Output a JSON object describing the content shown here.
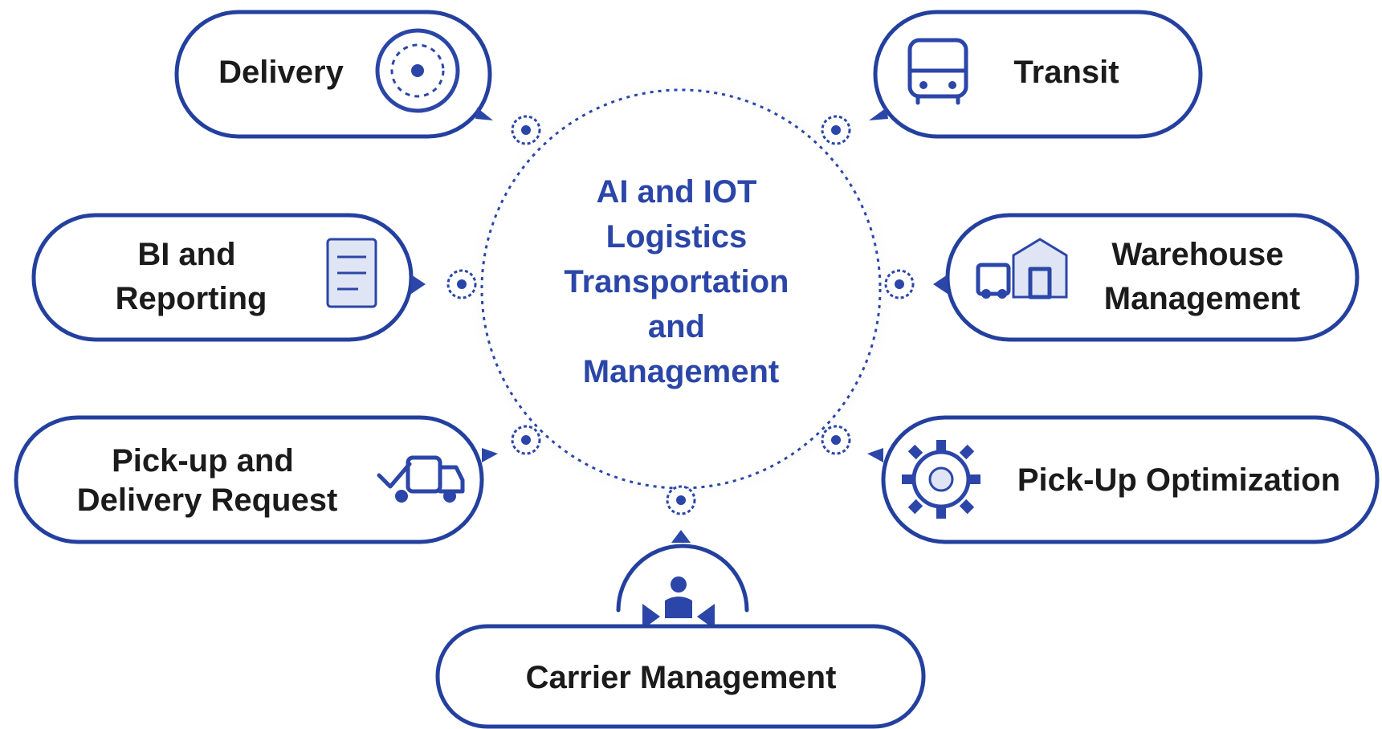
{
  "center": {
    "lines": [
      "AI and IOT",
      "Logistics",
      "Transportation",
      "and",
      "Management"
    ]
  },
  "nodes": [
    {
      "id": "delivery",
      "lines": [
        "Delivery"
      ],
      "icon": "target-icon"
    },
    {
      "id": "transit",
      "lines": [
        "Transit"
      ],
      "icon": "bus-icon"
    },
    {
      "id": "bi-reporting",
      "lines": [
        "BI and",
        "Reporting"
      ],
      "icon": "report-document-icon"
    },
    {
      "id": "warehouse-management",
      "lines": [
        "Warehouse",
        "Management"
      ],
      "icon": "warehouse-truck-icon"
    },
    {
      "id": "pickup-delivery-request",
      "lines": [
        "Pick-up and",
        "Delivery Request"
      ],
      "icon": "delivery-truck-check-icon"
    },
    {
      "id": "pickup-optimization",
      "lines": [
        "Pick-Up Optimization"
      ],
      "icon": "gear-icon"
    },
    {
      "id": "carrier-management",
      "lines": [
        "Carrier Management"
      ],
      "icon": "carrier-person-icon"
    }
  ],
  "colors": {
    "primary": "#24409e",
    "center_text": "#2b46a8",
    "label_text": "#1b1b1b",
    "icon_fill_light": "#dfe5f5"
  }
}
